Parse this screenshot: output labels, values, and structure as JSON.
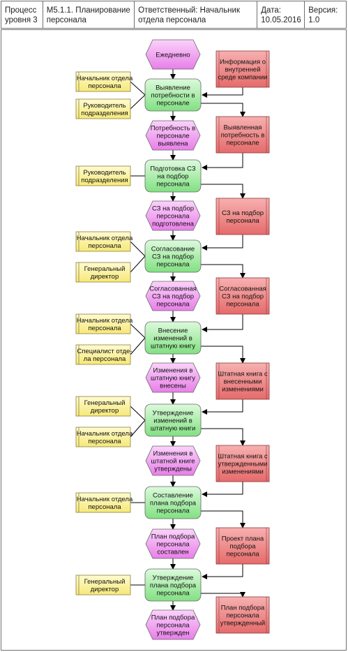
{
  "header": {
    "process_label": "Процесс\nуровня 3",
    "process_name": "M5.1.1.  Планирование\nперсонала",
    "responsible": "Ответственный: Начальник\nотдела персонала",
    "date": "Дата:\n10.05.2016",
    "version": "Версия:\n1.0"
  },
  "colors": {
    "event_fill": "#f4a8f4",
    "function_fill": "#a8f0a8",
    "document_fill": "#f08a8a",
    "role_fill": "#fff4a0"
  },
  "events": [
    "Ежедневно",
    "Потребность в\nперсонале\nвыявлена",
    "СЗ на подбор\nперсонала\nподготовлена",
    "Согласованная\nСЗ на подбор\nперсонала",
    "Изменения в\nштатную книгу\nвнесены",
    "Изменения в\nштатной книге\nутверждены",
    "План подбора\nперсонала\nсоставлен",
    "План подбора\nперсонала\nутвержден"
  ],
  "functions": [
    "Выявление\nпотребности в\nперсонале",
    "Подготовка СЗ\nна подбор\nперсонала",
    "Согласование\nСЗ на подбор\nперсонала",
    "Внесение\nизменений в\nштатную книгу",
    "Утверждение\nизменений в\nштатную книги",
    "Составление\nплана подбора\nперсонала",
    "Утверждение\nплана подбора\nперсонала"
  ],
  "documents": [
    "Информация о\nвнутренней\nсреде компании",
    "Выявленная\nпотребность в\nперсонале",
    "СЗ на подбор\nперсонала",
    "Согласованная\nСЗ на подбор\nперсонала",
    "Штатная книга с\nвнесенными\nизменениями",
    "Штатная книга с\nутвержденными\nизменениями",
    "Проект плана\nподбора\nперсонала",
    "План подбора\nперсонала\nутвержденный"
  ],
  "roles": [
    "Начальник отдела\nперсонала",
    "Руководитель\nподразделения",
    "Руководитель\nподразделения",
    "Начальник отдела\nперсонала",
    "Генеральный\nдиректор",
    "Начальник отдела\nперсонала",
    "Специалист отде-\nла персонала",
    "Генеральный\nдиректор",
    "Начальник отдела\nперсонала",
    "Начальник отдела\nперсонала",
    "Генеральный\nдиректор"
  ]
}
